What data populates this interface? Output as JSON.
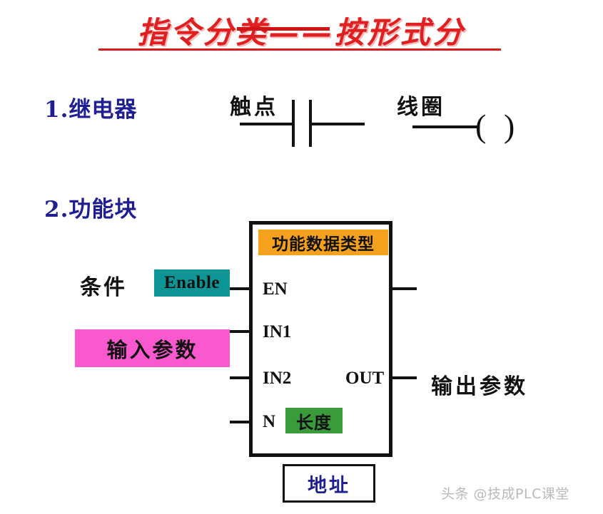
{
  "slide": {
    "title": "指令分类——按形式分",
    "title_color": "#e02020"
  },
  "sections": [
    {
      "number_label": "1.继电器",
      "color": "#1f1f93",
      "symbols": {
        "contact_label": "触点",
        "coil_label": "线圈",
        "coil_paren_left": "(",
        "coil_paren_right": ")"
      }
    },
    {
      "number_label": "2.功能块",
      "color": "#1f1f93"
    }
  ],
  "function_block": {
    "header": "功能数据类型",
    "header_color": "#f5a11e",
    "ports": {
      "en": "EN",
      "in1": "IN1",
      "in2": "IN2",
      "n": "N",
      "out": "OUT"
    },
    "enable_tag": {
      "text": "Enable",
      "color": "#0d9494"
    },
    "input_param_tag": {
      "text": "输入参数",
      "color": "#f958ce"
    },
    "length_tag": {
      "text": "长度",
      "color": "#3a9b3a"
    },
    "condition_label": "条件",
    "output_param_label": "输出参数",
    "address_box": {
      "text": "地址",
      "color": "#1f1f93"
    }
  },
  "watermark": "头条 @技成PLC课堂"
}
